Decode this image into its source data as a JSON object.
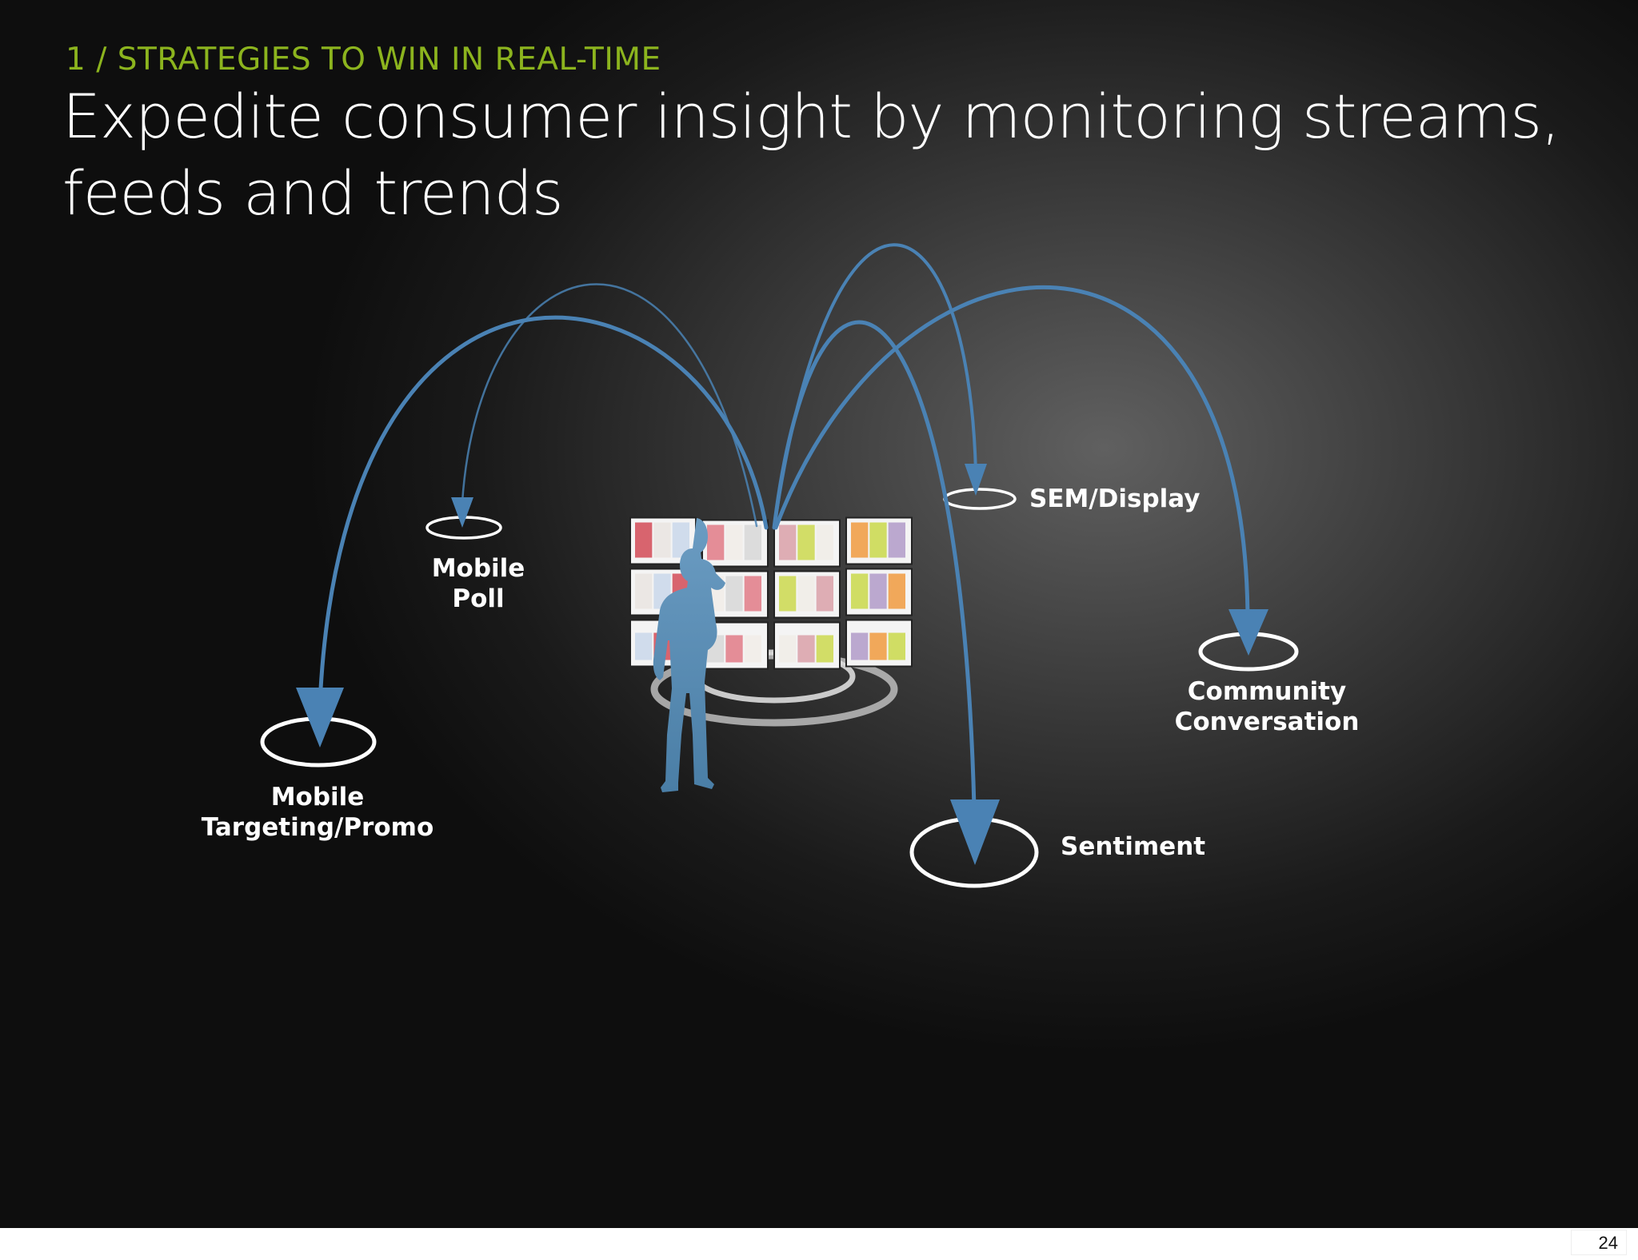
{
  "slide": {
    "section_label": "1 / STRATEGIES TO WIN IN REAL-TIME",
    "headline": "Expedite consumer insight by monitoring streams, feeds and trends",
    "page_number": "24"
  },
  "diagram": {
    "center": "person-at-video-wall",
    "nodes": [
      {
        "id": "mobile-targeting",
        "lines": [
          "Mobile",
          "Targeting/Promo"
        ]
      },
      {
        "id": "mobile-poll",
        "lines": [
          "Mobile",
          "Poll"
        ]
      },
      {
        "id": "sem-display",
        "lines": [
          "SEM/Display"
        ]
      },
      {
        "id": "sentiment",
        "lines": [
          "Sentiment"
        ]
      },
      {
        "id": "community",
        "lines": [
          "Community",
          "Conversation"
        ]
      }
    ],
    "colors": {
      "arrow": "#4a82b4",
      "figure": "#5589b0",
      "accent": "#8cb41e",
      "ring": "#ffffff"
    }
  }
}
